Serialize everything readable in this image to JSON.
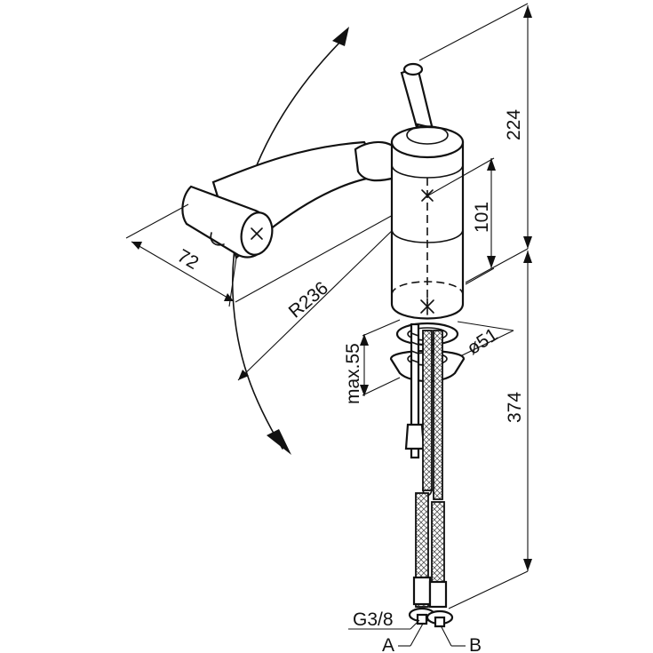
{
  "dimensions": {
    "height_upper": "224",
    "height_lower": "374",
    "body_section": "101",
    "diameter": "ø51",
    "spout_reach": "72",
    "swing_radius": "R236",
    "mount_thickness": "max.55"
  },
  "connections": {
    "thread": "G3/8",
    "inlet_a": "A",
    "inlet_b": "B"
  }
}
